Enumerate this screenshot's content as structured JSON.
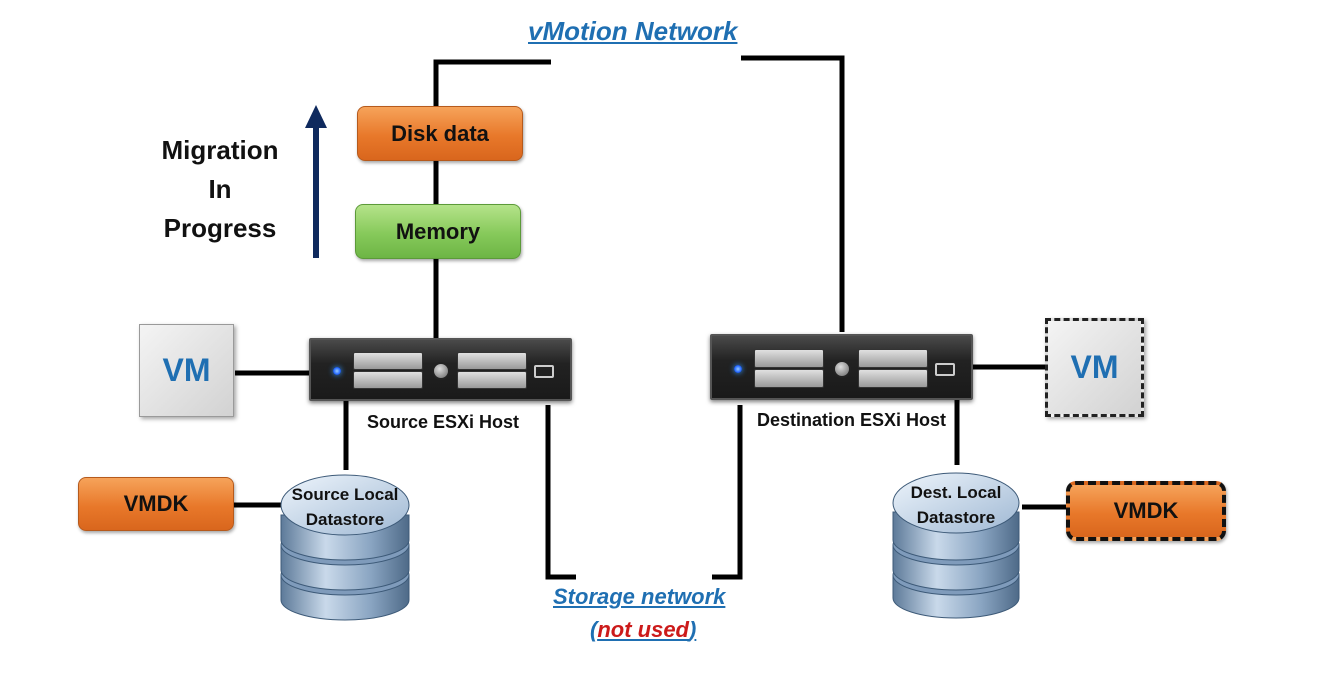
{
  "vmotion_network": {
    "label": "vMotion Network"
  },
  "migration_status": {
    "line1": "Migration",
    "line2": "In",
    "line3": "Progress"
  },
  "packets": {
    "disk_data": "Disk data",
    "memory": "Memory"
  },
  "source": {
    "vm_label": "VM",
    "host_label": "Source ESXi Host",
    "datastore_line1": "Source Local",
    "datastore_line2": "Datastore",
    "vmdk_label": "VMDK"
  },
  "destination": {
    "vm_label": "VM",
    "host_label": "Destination ESXi Host",
    "datastore_line1": "Dest. Local",
    "datastore_line2": "Datastore",
    "vmdk_label": "VMDK"
  },
  "storage_network": {
    "label": "Storage network",
    "paren_open": "(",
    "status": "not used",
    "paren_close": ")"
  },
  "colors": {
    "link_blue": "#1f6fb2",
    "not_used_red": "#cc1a1a",
    "orange": "#e8782a",
    "green": "#86c95a",
    "arrow_navy": "#0f2a5e",
    "wire": "#000000"
  }
}
